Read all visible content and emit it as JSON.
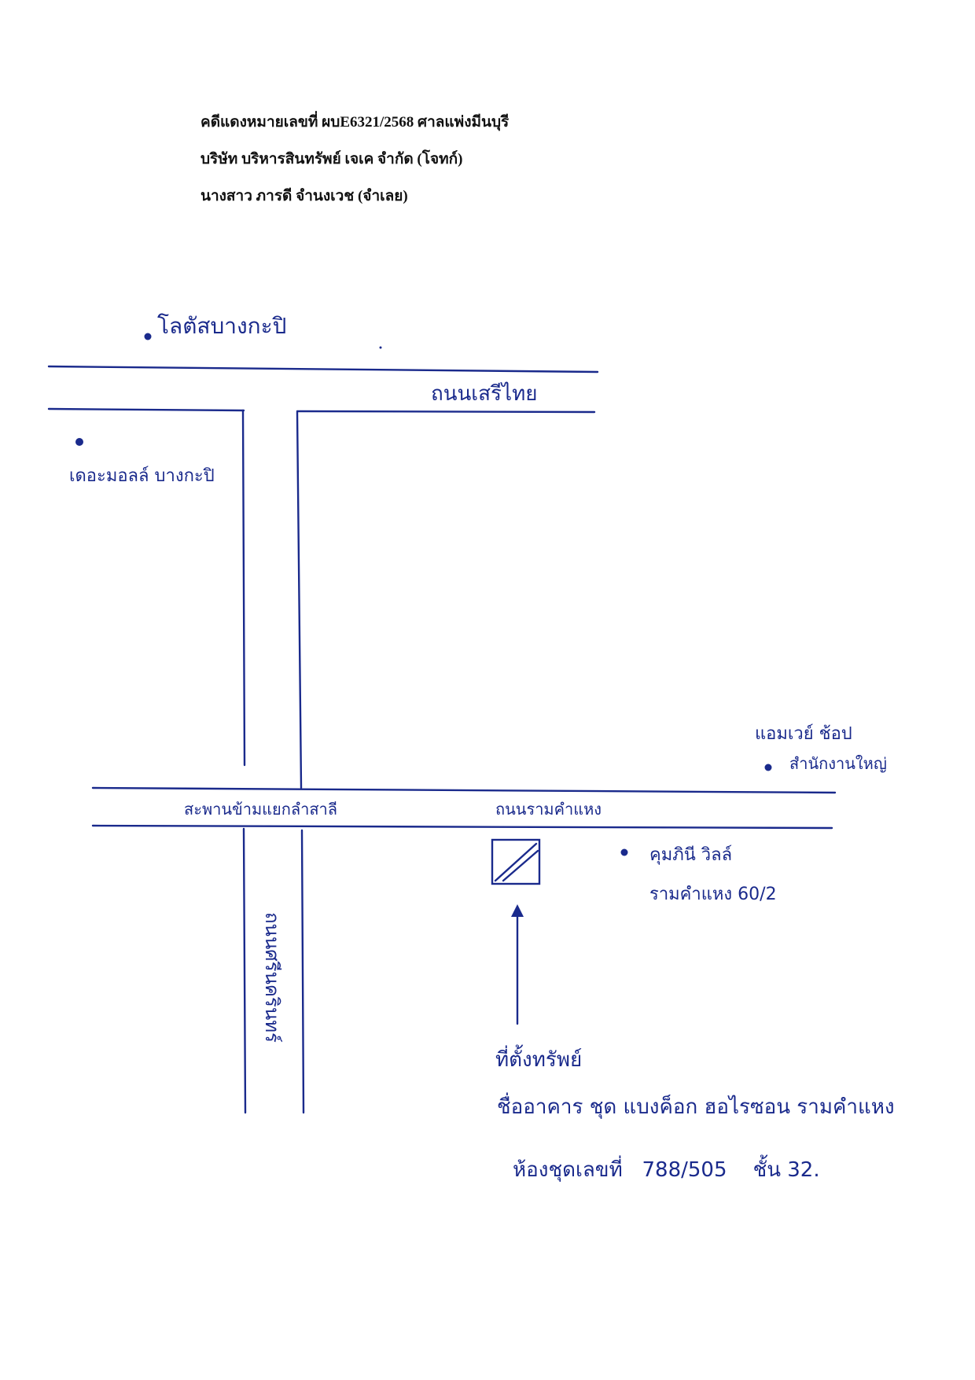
{
  "header": {
    "line1": "คดีแดงหมายเลขที่ ผบE6321/2568  ศาลแพ่งมีนบุรี",
    "line2": "บริษัท บริหารสินทรัพย์ เจเค จำกัด   (โจทก์)",
    "line3": "นางสาว ภารดี จำนงเวช  (จำเลย)"
  },
  "map": {
    "ink_color": "#1a2a8c",
    "roads": {
      "seri_thai": "ถนนเสรีไทย",
      "ramkhamhaeng": "ถนนรามคำแหง",
      "srinakarin": "ถนนศรีนครินทร์",
      "bridge": "สะพานข้ามแยกลำสาลี"
    },
    "landmarks": {
      "lotus": "โลตัสบางกะปิ",
      "mall": "เดอะมอลล์ บางกะปิ",
      "amway_line1": "แอมเวย์ ช้อป",
      "amway_line2": "สำนักงานใหญ่",
      "kumpinee_line1": "คุมภินี วิลล์",
      "kumpinee_line2": "รามคำแหง 60/2"
    },
    "property": {
      "line1": "ที่ตั้งทรัพย์",
      "line2": "ชื่ออาคาร ชุด แบงค็อก ฮอไรซอน รามคำแหง",
      "line3": "ห้องชุดเลขที่   788/505    ชั้น 32."
    }
  }
}
